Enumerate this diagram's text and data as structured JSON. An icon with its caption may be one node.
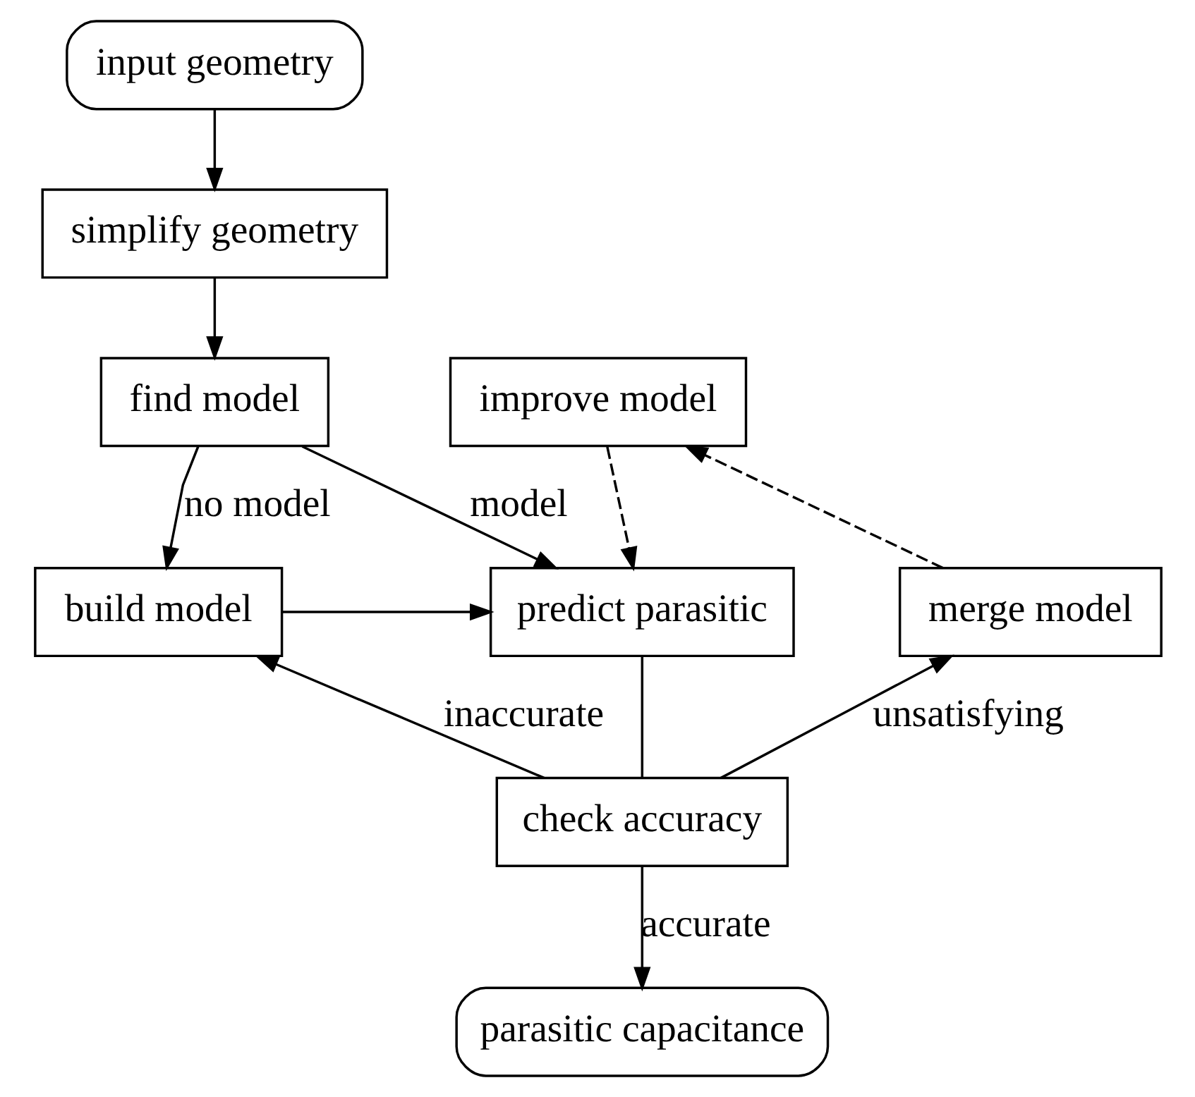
{
  "diagram": {
    "nodes": [
      {
        "text": [
          "input geometry"
        ]
      },
      {
        "text": [
          "simplify geometry"
        ]
      },
      {
        "text": [
          "find model"
        ]
      },
      {
        "text": [
          "build model"
        ]
      },
      {
        "text": [
          "improve model"
        ]
      },
      {
        "text": [
          "predict parasitic"
        ]
      },
      {
        "text": [
          "merge model"
        ]
      },
      {
        "text": [
          "check accuracy"
        ]
      },
      {
        "text": [
          "parasitic capacitance"
        ]
      }
    ],
    "edges": [
      {
        "from": 0,
        "to": 1,
        "arrow": "to"
      },
      {
        "from": 1,
        "to": 2,
        "arrow": "to"
      },
      {
        "from": 2,
        "to": 5,
        "arrow": "to",
        "label": "model"
      },
      {
        "from": 2,
        "to": 3,
        "arrow": "to",
        "label": "no model"
      },
      {
        "from": 4,
        "to": 5,
        "arrow": "to",
        "style": "dashed"
      },
      {
        "from": 3,
        "to": 5,
        "arrow": "to"
      },
      {
        "from": 5,
        "to": 7,
        "arrow": "none"
      },
      {
        "from": 7,
        "to": 6,
        "arrow": "to",
        "label": "unsatisfying"
      },
      {
        "from": 7,
        "to": 3,
        "arrow": "to",
        "label": "inaccurate"
      },
      {
        "from": 7,
        "to": 8,
        "arrow": "to",
        "label": "accurate"
      },
      {
        "from": 6,
        "to": 4,
        "arrow": "to",
        "style": "dashed"
      }
    ]
  }
}
